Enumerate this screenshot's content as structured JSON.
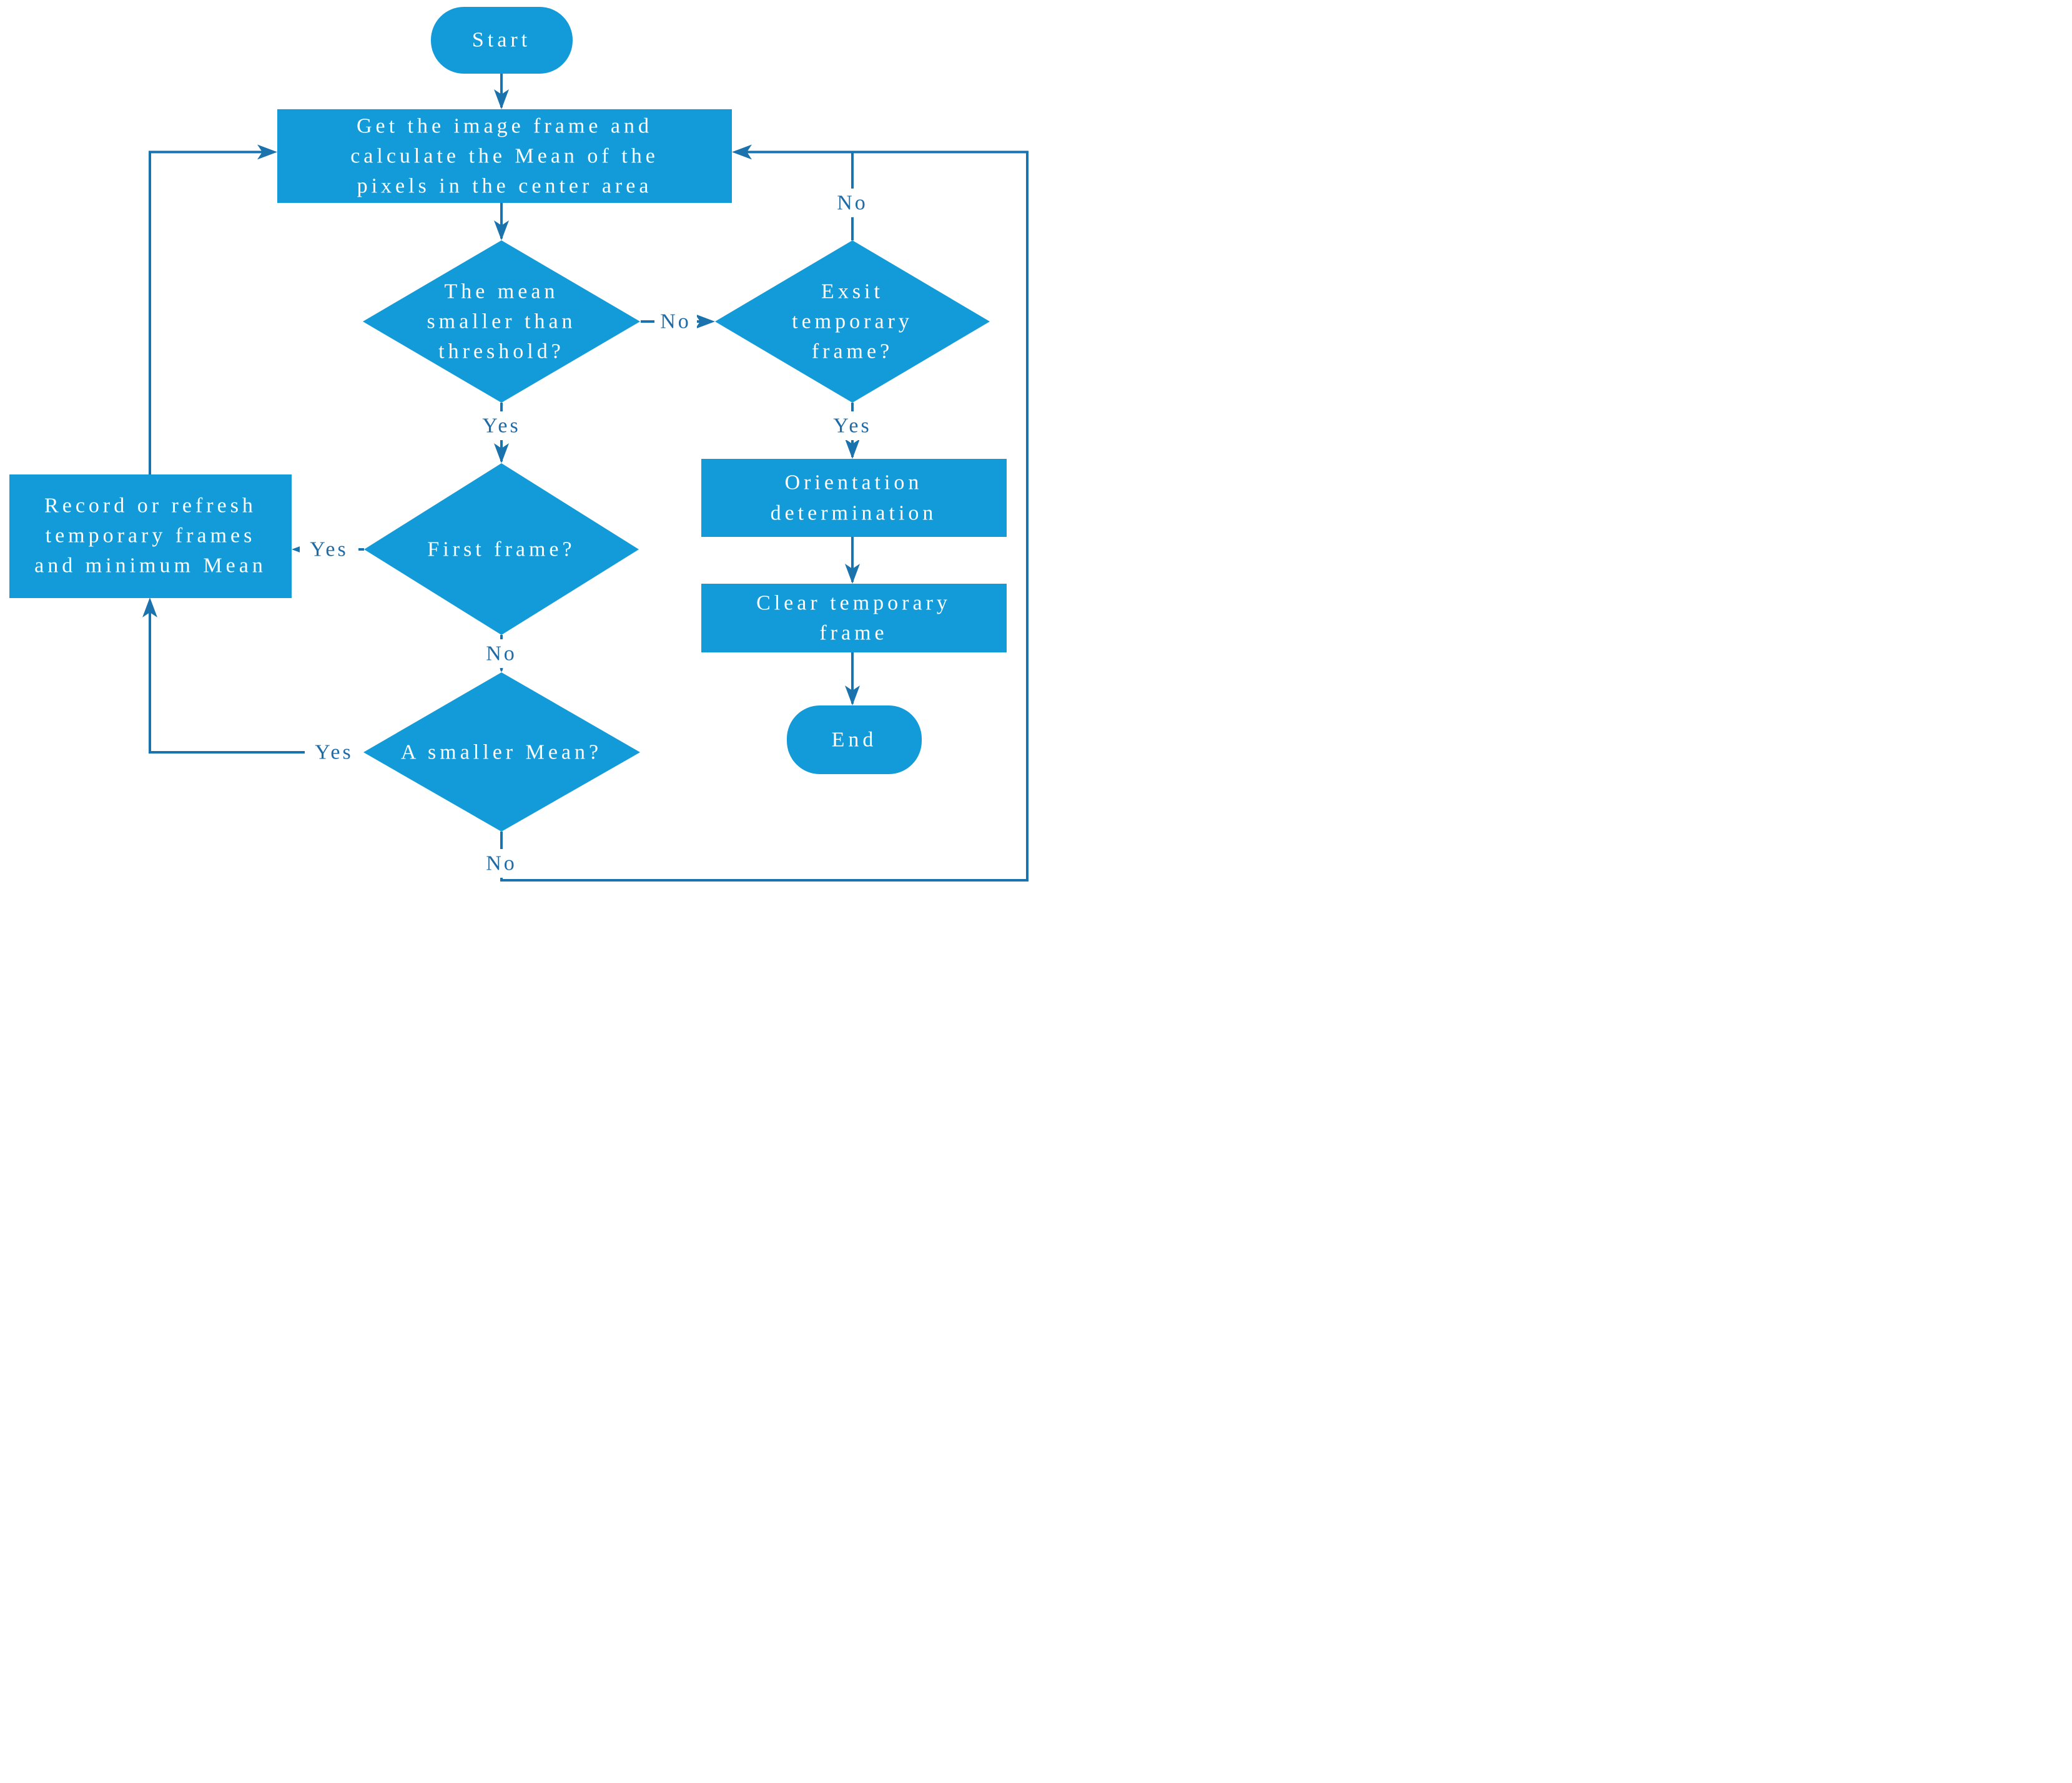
{
  "figure": {
    "type": "flowchart",
    "colors": {
      "node_fill": "#129bd8",
      "connector": "#1b73ad",
      "edge_label_text": "#1e6ba6",
      "node_text": "#ffffff",
      "background": "#ffffff"
    },
    "nodes": {
      "start": {
        "shape": "terminator",
        "label": "Start"
      },
      "get_frame": {
        "shape": "process",
        "lines": [
          "Get the image frame and",
          "calculate the Mean of the",
          "pixels in the center area"
        ]
      },
      "mean_threshold": {
        "shape": "decision",
        "lines": [
          "The mean",
          "smaller than",
          "threshold?"
        ]
      },
      "exist_temporary": {
        "shape": "decision",
        "lines": [
          "Exsit",
          "temporary",
          "frame?"
        ]
      },
      "record_refresh": {
        "shape": "process",
        "lines": [
          "Record or refresh",
          "temporary frames",
          "and minimum Mean"
        ]
      },
      "first_frame": {
        "shape": "decision",
        "label": "First frame?"
      },
      "smaller_mean": {
        "shape": "decision",
        "label": "A smaller Mean?"
      },
      "orientation": {
        "shape": "process",
        "lines": [
          "Orientation",
          "determination"
        ]
      },
      "clear_temporary": {
        "shape": "process",
        "lines": [
          "Clear temporary",
          "frame"
        ]
      },
      "end": {
        "shape": "terminator",
        "label": "End"
      }
    },
    "edge_labels": {
      "mean_no": "No",
      "mean_yes": "Yes",
      "exist_no": "No",
      "exist_yes": "Yes",
      "first_yes": "Yes",
      "first_no": "No",
      "smaller_yes": "Yes",
      "smaller_no": "No"
    }
  }
}
